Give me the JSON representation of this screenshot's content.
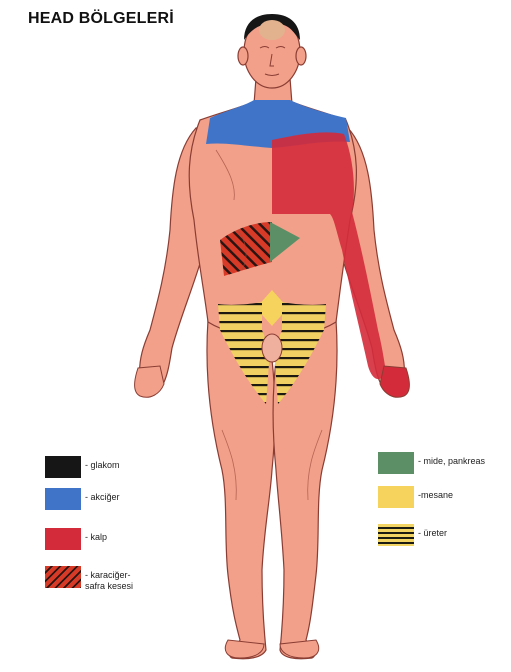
{
  "title": "HEAD BÖLGELERİ",
  "legend": {
    "glaucoma": "- glakom",
    "lung": "- akciğer",
    "heart": "- kalp",
    "liver": "- karaciğer-\n  safra kesesi",
    "stomach": "- mide, pankreas",
    "bladder": "-mesane",
    "ureter": "- üreter"
  },
  "colors": {
    "skin": "#f2a08a",
    "skin_outline": "#8a3d33",
    "glaucoma": "#161616",
    "lung": "#3f74c8",
    "heart": "#d42b3a",
    "liver_hatch": "#d83a28",
    "stomach": "#5c8f66",
    "bladder": "#f6d35c",
    "ureter_stripe": "#f2d465"
  }
}
